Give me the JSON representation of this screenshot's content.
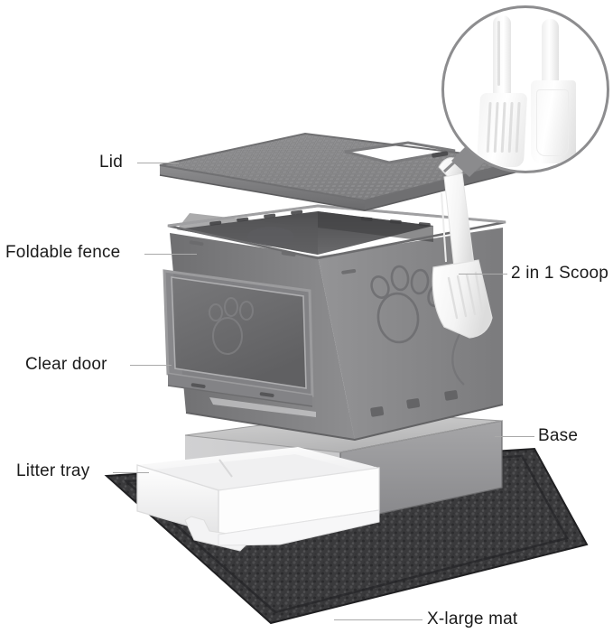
{
  "diagram": {
    "title": "Foldable cat litter box exploded parts diagram",
    "background_color": "#ffffff",
    "label_color": "#1b1b1b",
    "leader_line_color": "#a9a9a9"
  },
  "callouts": [
    {
      "id": "lid",
      "label": "Lid",
      "side": "left",
      "icon": "lid-panel-icon"
    },
    {
      "id": "fence",
      "label": "Foldable fence",
      "side": "left",
      "icon": "fence-wall-icon"
    },
    {
      "id": "door",
      "label": "Clear door",
      "side": "left",
      "icon": "clear-door-icon"
    },
    {
      "id": "tray",
      "label": "Litter tray",
      "side": "left",
      "icon": "litter-tray-icon"
    },
    {
      "id": "scoop",
      "label": "2 in 1 Scoop",
      "side": "right",
      "icon": "scoop-icon"
    },
    {
      "id": "base",
      "label": "Base",
      "side": "right",
      "icon": "base-box-icon"
    },
    {
      "id": "mat",
      "label": "X-large mat",
      "side": "right",
      "icon": "mat-icon"
    }
  ],
  "inset": {
    "name": "magnifier-circle",
    "shape": "circle",
    "border_color": "#8d8d8f",
    "contents": "two white plastic scoops: slotted sifting scoop and solid scoop"
  },
  "parts": {
    "lid": {
      "name": "Lid",
      "color": "#8c8c8e",
      "detail": "waffle-textured panel with square center cutout"
    },
    "fence": {
      "name": "Foldable fence",
      "color": "#8a8a8c",
      "detail": "folding side walls with paw-print embossing"
    },
    "door": {
      "name": "Clear door",
      "color": "#6f7073",
      "detail": "translucent smoke-gray swing door in gray frame"
    },
    "scoop": {
      "name": "2 in 1 Scoop",
      "color": "#f7f7f7",
      "detail": "white slotted scoop hanging on box edge"
    },
    "base": {
      "name": "Base",
      "color": "#98989a",
      "detail": "gray lower drawer housing"
    },
    "tray": {
      "name": "Litter tray",
      "color": "#fbfbfb",
      "detail": "white pull-out tray with divider"
    },
    "mat": {
      "name": "X-large mat",
      "color": "#3a3a3c",
      "detail": "dark charcoal textured trapping mat"
    }
  },
  "colors": {
    "body_gray": "#8a8a8c",
    "interior_gray": "#5c5c5e",
    "dark_gray": "#4a4a4c",
    "white_plastic": "#fbfbfb",
    "mat_dark": "#3a3a3c",
    "label_text": "#1b1b1b",
    "leader": "#a9a9a9"
  }
}
